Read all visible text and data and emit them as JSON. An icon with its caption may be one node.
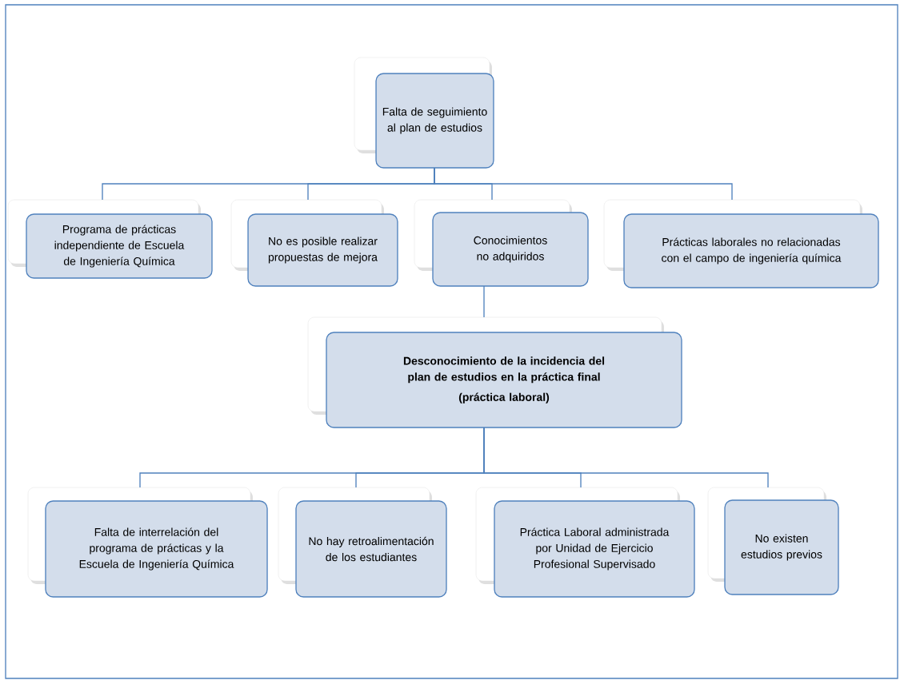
{
  "diagram": {
    "nodes": [
      {
        "text": [
          "Falta de seguimiento al plan de estudios"
        ]
      },
      {
        "text": [
          "Programa de prácticas independiente de Escuela de Ingeniería Química"
        ]
      },
      {
        "text": [
          "No es posible realizar propuestas de mejora"
        ]
      },
      {
        "text": [
          "Conocimientos no adquiridos"
        ]
      },
      {
        "text": [
          "Prácticas laborales no relacionadas con el campo de ingeniería química"
        ]
      },
      {
        "text": [
          "Desconocimiento de la incidencia del plan de estudios en la práctica final",
          "(práctica laboral)"
        ]
      },
      {
        "text": [
          "Falta de interrelación del programa de prácticas y la Escuela de Ingeniería Química"
        ]
      },
      {
        "text": [
          "No hay retroalimentación de los estudiantes"
        ]
      },
      {
        "text": [
          "Práctica Laboral administrada por Unidad de Ejercicio Profesional Supervisado"
        ]
      },
      {
        "text": [
          "No existen estudios previos"
        ]
      }
    ],
    "edges": [
      {
        "from": 0,
        "to": 1,
        "arrow": "none"
      },
      {
        "from": 0,
        "to": 2,
        "arrow": "none"
      },
      {
        "from": 0,
        "to": 3,
        "arrow": "none"
      },
      {
        "from": 0,
        "to": 4,
        "arrow": "none"
      },
      {
        "from": 3,
        "to": 5,
        "arrow": "none"
      },
      {
        "from": 5,
        "to": 6,
        "arrow": "none"
      },
      {
        "from": 5,
        "to": 7,
        "arrow": "none"
      },
      {
        "from": 5,
        "to": 8,
        "arrow": "none"
      },
      {
        "from": 5,
        "to": 9,
        "arrow": "none"
      }
    ]
  }
}
